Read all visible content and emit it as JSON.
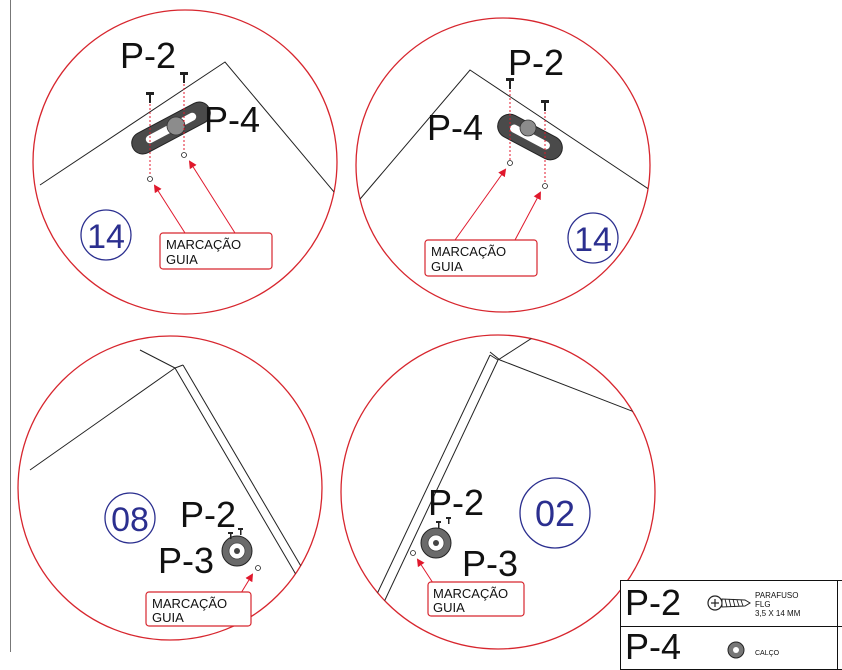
{
  "panels": [
    {
      "part_top": "P-2",
      "part_side": "P-4",
      "step": "14",
      "callout_line1": "MARCAÇÃO",
      "callout_line2": "GUIA"
    },
    {
      "part_top": "P-2",
      "part_side": "P-4",
      "step": "14",
      "callout_line1": "MARCAÇÃO",
      "callout_line2": "GUIA"
    },
    {
      "part_top": "P-2",
      "part_side": "P-3",
      "step": "08",
      "callout_line1": "MARCAÇÃO",
      "callout_line2": "GUIA"
    },
    {
      "part_top": "P-2",
      "part_side": "P-3",
      "step": "02",
      "callout_line1": "MARCAÇÃO",
      "callout_line2": "GUIA"
    }
  ],
  "legend": {
    "item1_code": "P-2",
    "item1_name": "PARAFUSO",
    "item1_type": "FLG",
    "item1_size": "3,5 X 14 MM",
    "item2_code": "P-4",
    "item2_name": "CALÇO"
  },
  "colors": {
    "circle": "#d7262e",
    "guide": "#e0182c",
    "step_number": "#2b2f8f",
    "part": "#4a4a4a"
  }
}
